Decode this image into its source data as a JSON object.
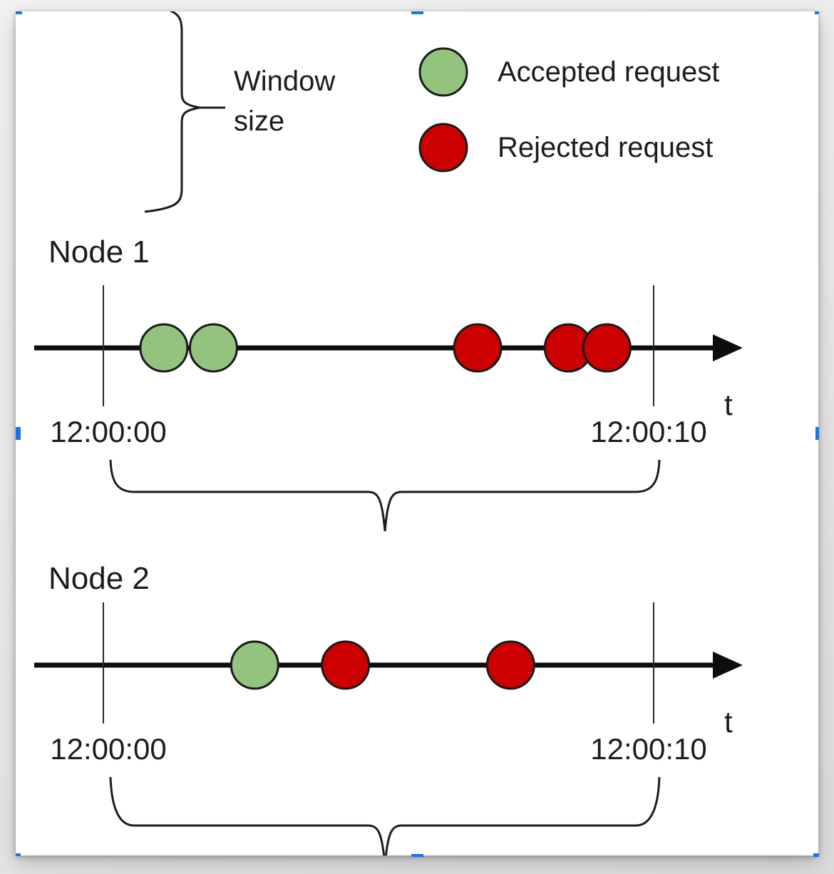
{
  "colors": {
    "accepted": "#93c47d",
    "rejected": "#cc0000",
    "stroke": "#1a1a1a",
    "selection_handle": "#1a73e8"
  },
  "annotation": {
    "window_size_line1": "Window",
    "window_size_line2": "size"
  },
  "legend": {
    "items": [
      {
        "type": "accepted",
        "label": "Accepted request"
      },
      {
        "type": "rejected",
        "label": "Rejected request"
      }
    ]
  },
  "nodes": [
    {
      "label": "Node 1",
      "start_time": "12:00:00",
      "end_time": "12:00:10",
      "axis_label": "t",
      "events": [
        {
          "type": "accepted",
          "t_seconds": 1.1
        },
        {
          "type": "accepted",
          "t_seconds": 2.0
        },
        {
          "type": "rejected",
          "t_seconds": 6.8
        },
        {
          "type": "rejected",
          "t_seconds": 8.45
        },
        {
          "type": "rejected",
          "t_seconds": 9.15
        }
      ]
    },
    {
      "label": "Node 2",
      "start_time": "12:00:00",
      "end_time": "12:00:10",
      "axis_label": "t",
      "events": [
        {
          "type": "accepted",
          "t_seconds": 2.75
        },
        {
          "type": "rejected",
          "t_seconds": 4.4
        },
        {
          "type": "rejected",
          "t_seconds": 7.4
        }
      ]
    }
  ]
}
